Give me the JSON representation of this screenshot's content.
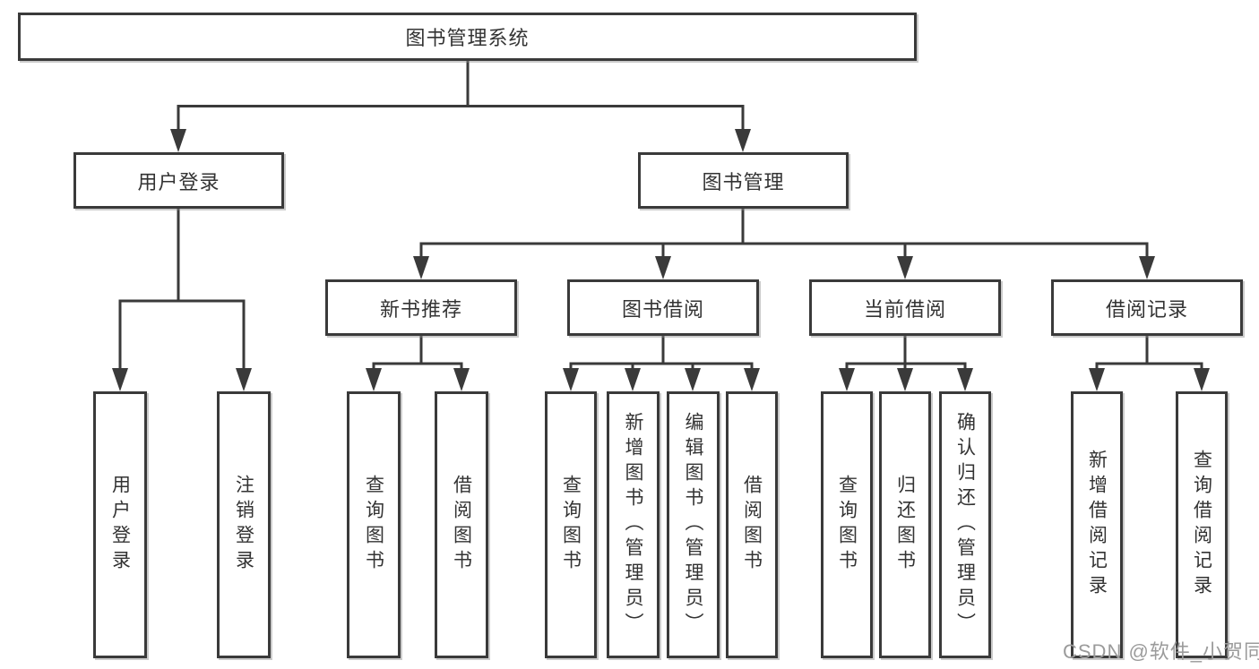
{
  "diagram": {
    "root": "图书管理系统",
    "level2": [
      "用户登录",
      "图书管理"
    ],
    "level3": [
      "新书推荐",
      "图书借阅",
      "当前借阅",
      "借阅记录"
    ],
    "leaves_user_login": [
      "用户登录",
      "注销登录"
    ],
    "leaves_new_book": [
      "查询图书",
      "借阅图书"
    ],
    "leaves_book_borrow": [
      "查询图书",
      "新增图书（管理员）",
      "编辑图书（管理员）",
      "借阅图书"
    ],
    "leaves_current_borrow": [
      "查询图书",
      "归还图书",
      "确认归还（管理员）"
    ],
    "leaves_borrow_record": [
      "新增借阅记录",
      "查询借阅记录"
    ]
  },
  "watermark": "CSDN @软件_小贺同学",
  "colors": {
    "line": "#3a3a3a",
    "box_border": "#3a3a3a",
    "text": "#333333",
    "watermark": "#9b9b9b",
    "background": "#ffffff"
  }
}
